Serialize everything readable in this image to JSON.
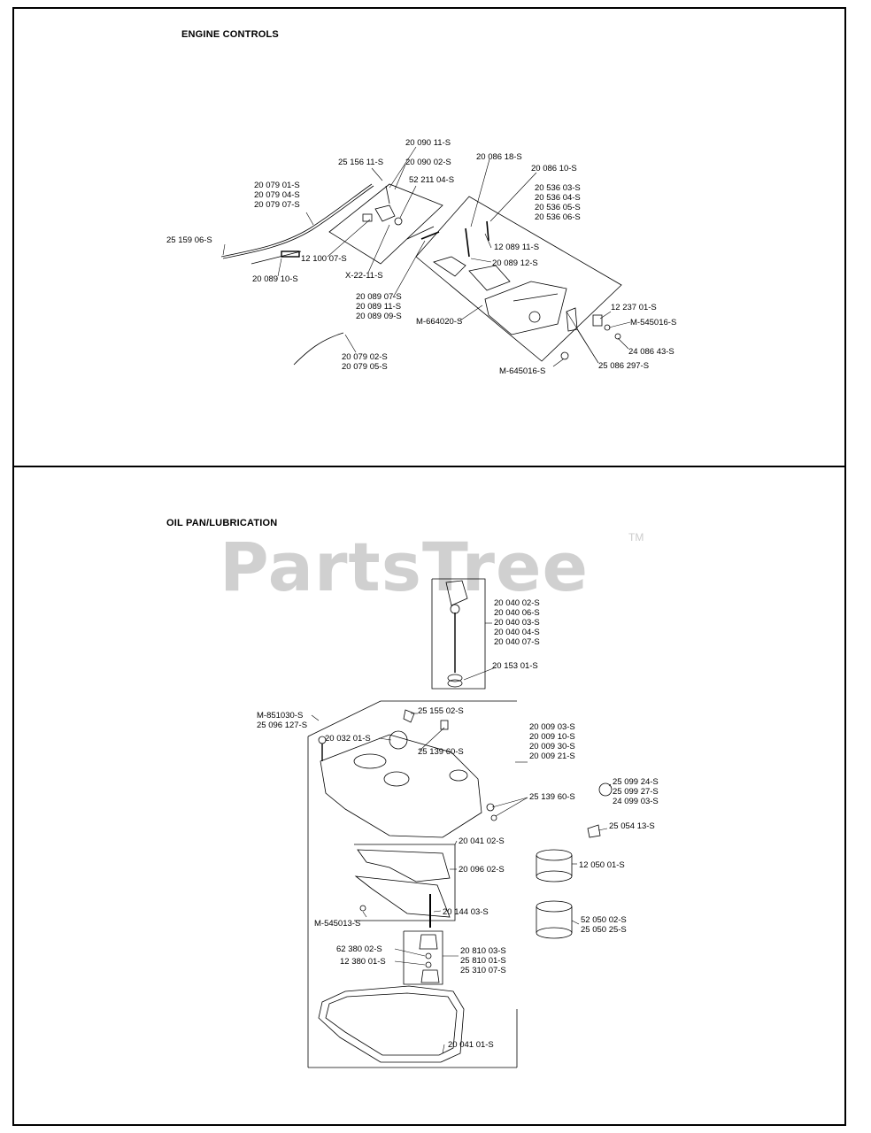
{
  "sections": {
    "engine_controls": "ENGINE CONTROLS",
    "oil_pan": "OIL PAN/LUBRICATION"
  },
  "watermark": {
    "text": "PartsTree",
    "tm": "TM"
  },
  "engine_labels": {
    "l1": "20 090 11-S",
    "l2": "25 156 11-S",
    "l3": "20 090 02-S",
    "l4": "52 211 04-S",
    "l5a": "20 079 01-S",
    "l5b": "20 079 04-S",
    "l5c": "20 079 07-S",
    "l6": "20 086 18-S",
    "l7": "20 086 10-S",
    "l8a": "20 536 03-S",
    "l8b": "20 536 04-S",
    "l8c": "20 536 05-S",
    "l8d": "20 536 06-S",
    "l9": "25 159 06-S",
    "l10": "12 089 11-S",
    "l11": "12 100 07-S",
    "l12": "20 089 12-S",
    "l13": "20 089 10-S",
    "l14": "X-22-11-S",
    "l15a": "20 089 07-S",
    "l15b": "20 089 11-S",
    "l15c": "20 089 09-S",
    "l16": "M-664020-S",
    "l17": "12 237 01-S",
    "l18": "M-545016-S",
    "l19": "24 086 43-S",
    "l20a": "20 079 02-S",
    "l20b": "20 079 05-S",
    "l21": "25 086 297-S",
    "l22": "M-645016-S"
  },
  "oil_labels": {
    "d1": "20 040 02-S",
    "d2": "20 040 06-S",
    "d3": "20 040 03-S",
    "d4": "20 040 04-S",
    "d5": "20 040 07-S",
    "d6": "20 153 01-S",
    "m1": "M-851030-S",
    "m2": "25 096 127-S",
    "p1": "25 155 02-S",
    "p2": "20 032 01-S",
    "p3": "25 139 60-S",
    "p4a": "20 009 03-S",
    "p4b": "20 009 10-S",
    "p4c": "20 009 30-S",
    "p4d": "20 009 21-S",
    "p5": "25 139 60-S",
    "p6a": "25 099 24-S",
    "p6b": "25 099 27-S",
    "p6c": "24 099 03-S",
    "p7": "25 054 13-S",
    "p8": "20 041 02-S",
    "p9": "20 096 02-S",
    "p10": "12 050 01-S",
    "p11": "M-545013-S",
    "p12": "20 144 03-S",
    "p13a": "52 050 02-S",
    "p13b": "25 050 25-S",
    "p14": "62 380 02-S",
    "p15": "12 380 01-S",
    "p16a": "20 810 03-S",
    "p16b": "25 810 01-S",
    "p16c": "25 310 07-S",
    "p17": "20 041 01-S"
  }
}
